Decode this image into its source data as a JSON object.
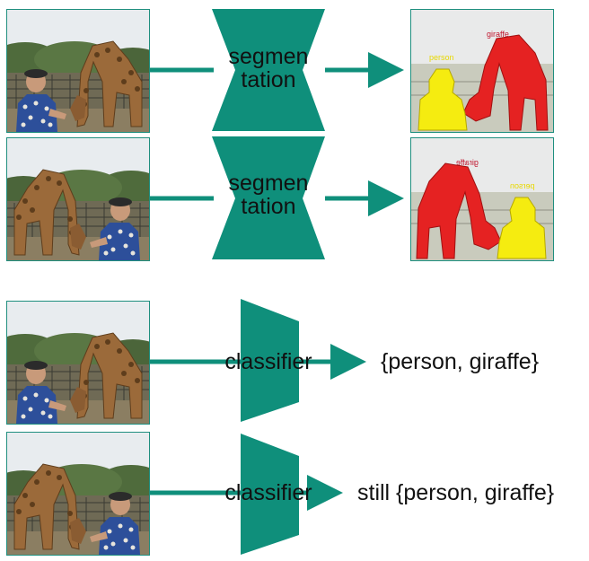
{
  "colors": {
    "accent": "#0f8f7b",
    "block": "#0f8f7b",
    "mask_person": "#f5ec10",
    "mask_giraffe": "#e52222"
  },
  "rows": [
    {
      "block_label": "segmen\ntation",
      "block_type": "segmentation",
      "mask_labels": {
        "person": "person",
        "giraffe": "giraffe"
      },
      "flipped": false
    },
    {
      "block_label": "segmen\ntation",
      "block_type": "segmentation",
      "mask_labels": {
        "person": "person",
        "giraffe": "giraffe"
      },
      "flipped": true
    },
    {
      "block_label": "classifier",
      "block_type": "classifier",
      "output": "{person, giraffe}",
      "flipped": false
    },
    {
      "block_label": "classifier",
      "block_type": "classifier",
      "output": "still {person, giraffe}",
      "flipped": true
    }
  ]
}
